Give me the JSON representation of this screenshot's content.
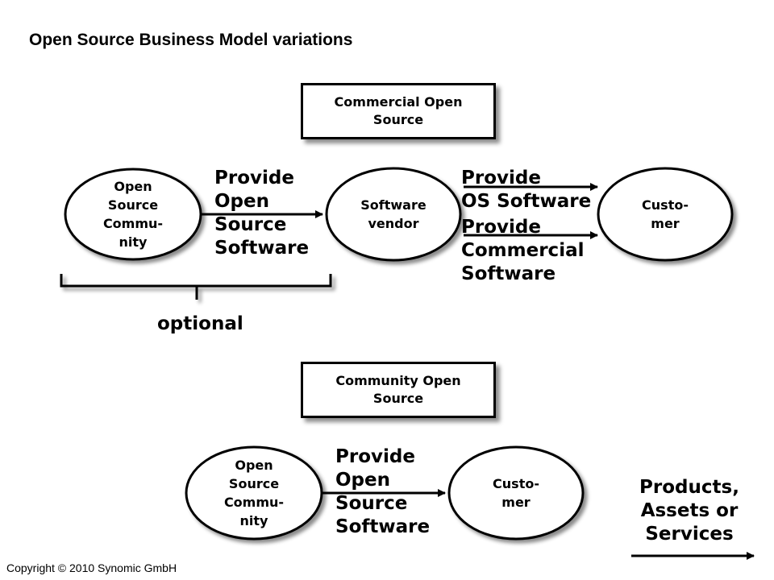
{
  "title": "Open Source Business Model variations",
  "commercial": {
    "header": [
      "Commercial Open",
      "Source"
    ],
    "community_node": [
      "Open",
      "Source",
      "Commu-",
      "nity"
    ],
    "vendor_node": [
      "Software",
      "vendor"
    ],
    "customer_node": [
      "Custo-",
      "mer"
    ],
    "arrow_label_1": [
      "Provide",
      "Open",
      "Source",
      "Software"
    ],
    "arrow_label_2": [
      "Provide",
      "OS Software"
    ],
    "arrow_label_3": [
      "Provide",
      "Commercial",
      "Software"
    ],
    "brace_label": "optional"
  },
  "community": {
    "header": [
      "Community Open",
      "Source"
    ],
    "community_node": [
      "Open",
      "Source",
      "Commu-",
      "nity"
    ],
    "customer_node": [
      "Custo-",
      "mer"
    ],
    "arrow_label": [
      "Provide",
      "Open",
      "Source",
      "Software"
    ]
  },
  "legend": {
    "label": [
      "Products,",
      "Assets or",
      "Services"
    ]
  },
  "copyright": "Copyright  © 2010 Synomic GmbH"
}
